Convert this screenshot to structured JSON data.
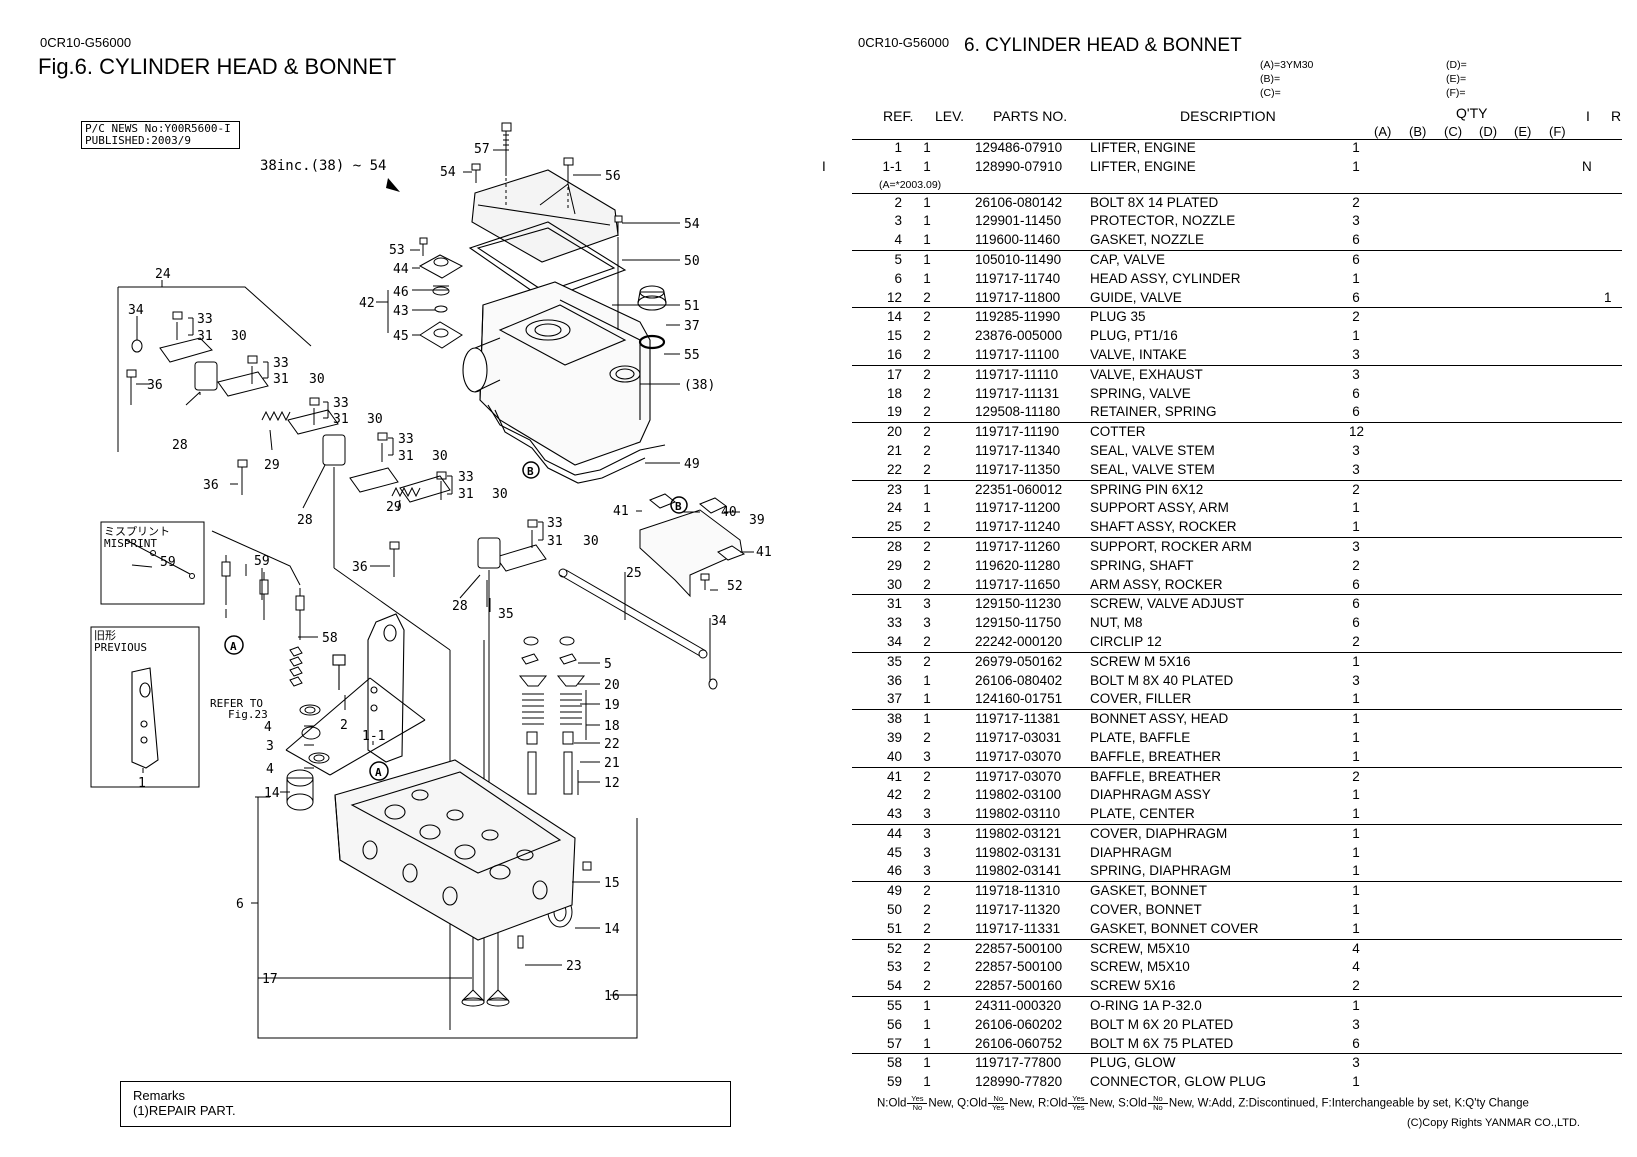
{
  "left": {
    "code": "0CR10-G56000",
    "figure_title": "Fig.6.  CYLINDER HEAD & BONNET",
    "pc_news_line1": "P/C NEWS No:Y00R5600-I",
    "pc_news_line2": "PUBLISHED:2003/9",
    "inc_note": "38inc.(38) ~ 54",
    "misprint_jp": "ミスプリント",
    "misprint_en": "MISPRINT",
    "previous_jp": "旧形",
    "previous_en": "PREVIOUS",
    "refer_line1": "REFER TO",
    "refer_line2": "Fig.23",
    "callouts": {
      "c57": "57",
      "c54a": "54",
      "c56": "56",
      "c54b": "54",
      "c50": "50",
      "c53": "53",
      "c44": "44",
      "c46": "46",
      "c42": "42",
      "c43": "43",
      "c45": "45",
      "c51": "51",
      "c37": "37",
      "c55": "55",
      "c38": "(38)",
      "c24": "24",
      "c34a": "34",
      "c33a": "33",
      "c31a": "31",
      "c30a": "30",
      "c36a": "36",
      "c33b": "33",
      "c31b": "31",
      "c30b": "30",
      "c33c": "33",
      "c31c": "31",
      "c30c": "30",
      "c28a": "28",
      "c29a": "29",
      "c36b": "36",
      "c33d": "33",
      "c31d": "31",
      "c30d": "30",
      "c28b": "28",
      "c33e": "33",
      "c31e": "31",
      "c30e": "30",
      "c29b": "29",
      "c49": "49",
      "cB1": "B",
      "c41a": "41",
      "cB2": "B",
      "c40": "40",
      "c39": "39",
      "c33f": "33",
      "c31f": "31",
      "c30f": "30",
      "c41b": "41",
      "c52": "52",
      "c59a": "59",
      "c59b": "59",
      "c36c": "36",
      "c28c": "28",
      "c35": "35",
      "c25": "25",
      "c34b": "34",
      "cA1": "A",
      "c58": "58",
      "c5": "5",
      "c20": "20",
      "c2": "2",
      "c19": "19",
      "c4a": "4",
      "c18": "18",
      "c3": "3",
      "c1_1": "1-1",
      "c22": "22",
      "c4b": "4",
      "c21": "21",
      "c1": "1",
      "c12": "12",
      "cA2": "A",
      "c14a": "14",
      "c15": "15",
      "c6": "6",
      "c14b": "14",
      "c23": "23",
      "c17": "17",
      "c16": "16"
    },
    "remarks_title": "Remarks",
    "remarks_text": "(1)REPAIR PART."
  },
  "right": {
    "code": "0CR10-G56000",
    "title": "6.  CYLINDER HEAD & BONNET",
    "model_a": "(A)=3YM30",
    "model_b": "(B)=",
    "model_c": "(C)=",
    "model_d": "(D)=",
    "model_e": "(E)=",
    "model_f": "(F)=",
    "col_ref": "REF.",
    "col_lev": "LEV.",
    "col_pno": "PARTS NO.",
    "col_desc": "DESCRIPTION",
    "col_qty": "Q'TY",
    "col_i": "I",
    "col_r": "R",
    "qa": "(A)",
    "qb": "(B)",
    "qc": "(C)",
    "qd": "(D)",
    "qe": "(E)",
    "qf": "(F)",
    "subnote": "(A=*2003.09)",
    "legend": {
      "n_old": "N:Old",
      "yes1": "Yes",
      "no1": "No",
      "n_new": "New, Q:Old",
      "no2": "No",
      "yes2": "Yes",
      "q_new": "New, R:Old",
      "yes3": "Yes",
      "yes3b": "Yes",
      "r_new": "New, S:Old",
      "no4": "No",
      "no4b": "No",
      "s_new": "New, W:Add, Z:Discontinued, F:Interchangeable by set, K:Q'ty Change"
    },
    "copyright": "(C)Copy Rights YANMAR CO.,LTD."
  },
  "parts": [
    {
      "ref": "1",
      "lev": "1",
      "pno": "129486-07910",
      "desc": "LIFTER, ENGINE",
      "qa": "1",
      "sep": true
    },
    {
      "mark": "I",
      "ref": "1-1",
      "lev": "1",
      "pno": "128990-07910",
      "desc": "LIFTER, ENGINE",
      "qa": "1",
      "n": "N"
    },
    {
      "ref": "2",
      "lev": "1",
      "pno": "26106-080142",
      "desc": "BOLT 8X 14 PLATED",
      "qa": "2",
      "sep": true
    },
    {
      "ref": "3",
      "lev": "1",
      "pno": "129901-11450",
      "desc": "PROTECTOR, NOZZLE",
      "qa": "3"
    },
    {
      "ref": "4",
      "lev": "1",
      "pno": "119600-11460",
      "desc": "GASKET, NOZZLE",
      "qa": "6"
    },
    {
      "ref": "5",
      "lev": "1",
      "pno": "105010-11490",
      "desc": "CAP, VALVE",
      "qa": "6",
      "sep": true
    },
    {
      "ref": "6",
      "lev": "1",
      "pno": "119717-11740",
      "desc": "HEAD ASSY, CYLINDER",
      "qa": "1"
    },
    {
      "ref": "12",
      "lev": "2",
      "pno": "119717-11800",
      "desc": "GUIDE, VALVE",
      "qa": "6",
      "last": "1"
    },
    {
      "ref": "14",
      "lev": "2",
      "pno": "119285-11990",
      "desc": "PLUG 35",
      "qa": "2",
      "sep": true
    },
    {
      "ref": "15",
      "lev": "2",
      "pno": "23876-005000",
      "desc": "PLUG, PT1/16",
      "qa": "1"
    },
    {
      "ref": "16",
      "lev": "2",
      "pno": "119717-11100",
      "desc": "VALVE, INTAKE",
      "qa": "3"
    },
    {
      "ref": "17",
      "lev": "2",
      "pno": "119717-11110",
      "desc": "VALVE, EXHAUST",
      "qa": "3",
      "sep": true
    },
    {
      "ref": "18",
      "lev": "2",
      "pno": "119717-11131",
      "desc": "SPRING, VALVE",
      "qa": "6"
    },
    {
      "ref": "19",
      "lev": "2",
      "pno": "129508-11180",
      "desc": "RETAINER, SPRING",
      "qa": "6"
    },
    {
      "ref": "20",
      "lev": "2",
      "pno": "119717-11190",
      "desc": "COTTER",
      "qa": "12",
      "sep": true
    },
    {
      "ref": "21",
      "lev": "2",
      "pno": "119717-11340",
      "desc": "SEAL, VALVE STEM",
      "qa": "3"
    },
    {
      "ref": "22",
      "lev": "2",
      "pno": "119717-11350",
      "desc": "SEAL, VALVE STEM",
      "qa": "3"
    },
    {
      "ref": "23",
      "lev": "1",
      "pno": "22351-060012",
      "desc": "SPRING PIN 6X12",
      "qa": "2",
      "sep": true
    },
    {
      "ref": "24",
      "lev": "1",
      "pno": "119717-11200",
      "desc": "SUPPORT ASSY, ARM",
      "qa": "1"
    },
    {
      "ref": "25",
      "lev": "2",
      "pno": "119717-11240",
      "desc": "SHAFT ASSY, ROCKER",
      "qa": "1"
    },
    {
      "ref": "28",
      "lev": "2",
      "pno": "119717-11260",
      "desc": "SUPPORT, ROCKER ARM",
      "qa": "3",
      "sep": true
    },
    {
      "ref": "29",
      "lev": "2",
      "pno": "119620-11280",
      "desc": "SPRING, SHAFT",
      "qa": "2"
    },
    {
      "ref": "30",
      "lev": "2",
      "pno": "119717-11650",
      "desc": "ARM ASSY, ROCKER",
      "qa": "6"
    },
    {
      "ref": "31",
      "lev": "3",
      "pno": "129150-11230",
      "desc": "SCREW, VALVE ADJUST",
      "qa": "6",
      "sep": true
    },
    {
      "ref": "33",
      "lev": "3",
      "pno": "129150-11750",
      "desc": "NUT, M8",
      "qa": "6"
    },
    {
      "ref": "34",
      "lev": "2",
      "pno": "22242-000120",
      "desc": "CIRCLIP   12",
      "qa": "2"
    },
    {
      "ref": "35",
      "lev": "2",
      "pno": "26979-050162",
      "desc": "SCREW M 5X16",
      "qa": "1",
      "sep": true
    },
    {
      "ref": "36",
      "lev": "1",
      "pno": "26106-080402",
      "desc": "BOLT M 8X 40 PLATED",
      "qa": "3"
    },
    {
      "ref": "37",
      "lev": "1",
      "pno": "124160-01751",
      "desc": "COVER, FILLER",
      "qa": "1"
    },
    {
      "ref": "38",
      "lev": "1",
      "pno": "119717-11381",
      "desc": "BONNET ASSY, HEAD",
      "qa": "1",
      "sep": true
    },
    {
      "ref": "39",
      "lev": "2",
      "pno": "119717-03031",
      "desc": "PLATE, BAFFLE",
      "qa": "1"
    },
    {
      "ref": "40",
      "lev": "3",
      "pno": "119717-03070",
      "desc": "BAFFLE, BREATHER",
      "qa": "1"
    },
    {
      "ref": "41",
      "lev": "2",
      "pno": "119717-03070",
      "desc": "BAFFLE, BREATHER",
      "qa": "2",
      "sep": true
    },
    {
      "ref": "42",
      "lev": "2",
      "pno": "119802-03100",
      "desc": "DIAPHRAGM ASSY",
      "qa": "1"
    },
    {
      "ref": "43",
      "lev": "3",
      "pno": "119802-03110",
      "desc": "PLATE, CENTER",
      "qa": "1"
    },
    {
      "ref": "44",
      "lev": "3",
      "pno": "119802-03121",
      "desc": "COVER, DIAPHRAGM",
      "qa": "1",
      "sep": true
    },
    {
      "ref": "45",
      "lev": "3",
      "pno": "119802-03131",
      "desc": "DIAPHRAGM",
      "qa": "1"
    },
    {
      "ref": "46",
      "lev": "3",
      "pno": "119802-03141",
      "desc": "SPRING, DIAPHRAGM",
      "qa": "1"
    },
    {
      "ref": "49",
      "lev": "2",
      "pno": "119718-11310",
      "desc": "GASKET, BONNET",
      "qa": "1",
      "sep": true
    },
    {
      "ref": "50",
      "lev": "2",
      "pno": "119717-11320",
      "desc": "COVER, BONNET",
      "qa": "1"
    },
    {
      "ref": "51",
      "lev": "2",
      "pno": "119717-11331",
      "desc": "GASKET, BONNET COVER",
      "qa": "1"
    },
    {
      "ref": "52",
      "lev": "2",
      "pno": "22857-500100",
      "desc": "SCREW, M5X10",
      "qa": "4",
      "sep": true
    },
    {
      "ref": "53",
      "lev": "2",
      "pno": "22857-500100",
      "desc": "SCREW, M5X10",
      "qa": "4"
    },
    {
      "ref": "54",
      "lev": "2",
      "pno": "22857-500160",
      "desc": "SCREW 5X16",
      "qa": "2"
    },
    {
      "ref": "55",
      "lev": "1",
      "pno": "24311-000320",
      "desc": "O-RING 1A P-32.0",
      "qa": "1",
      "sep": true
    },
    {
      "ref": "56",
      "lev": "1",
      "pno": "26106-060202",
      "desc": "BOLT M 6X 20 PLATED",
      "qa": "3"
    },
    {
      "ref": "57",
      "lev": "1",
      "pno": "26106-060752",
      "desc": "BOLT M 6X 75 PLATED",
      "qa": "6"
    },
    {
      "ref": "58",
      "lev": "1",
      "pno": "119717-77800",
      "desc": "PLUG, GLOW",
      "qa": "3",
      "sep": true
    },
    {
      "ref": "59",
      "lev": "1",
      "pno": "128990-77820",
      "desc": "CONNECTOR, GLOW PLUG",
      "qa": "1"
    }
  ]
}
